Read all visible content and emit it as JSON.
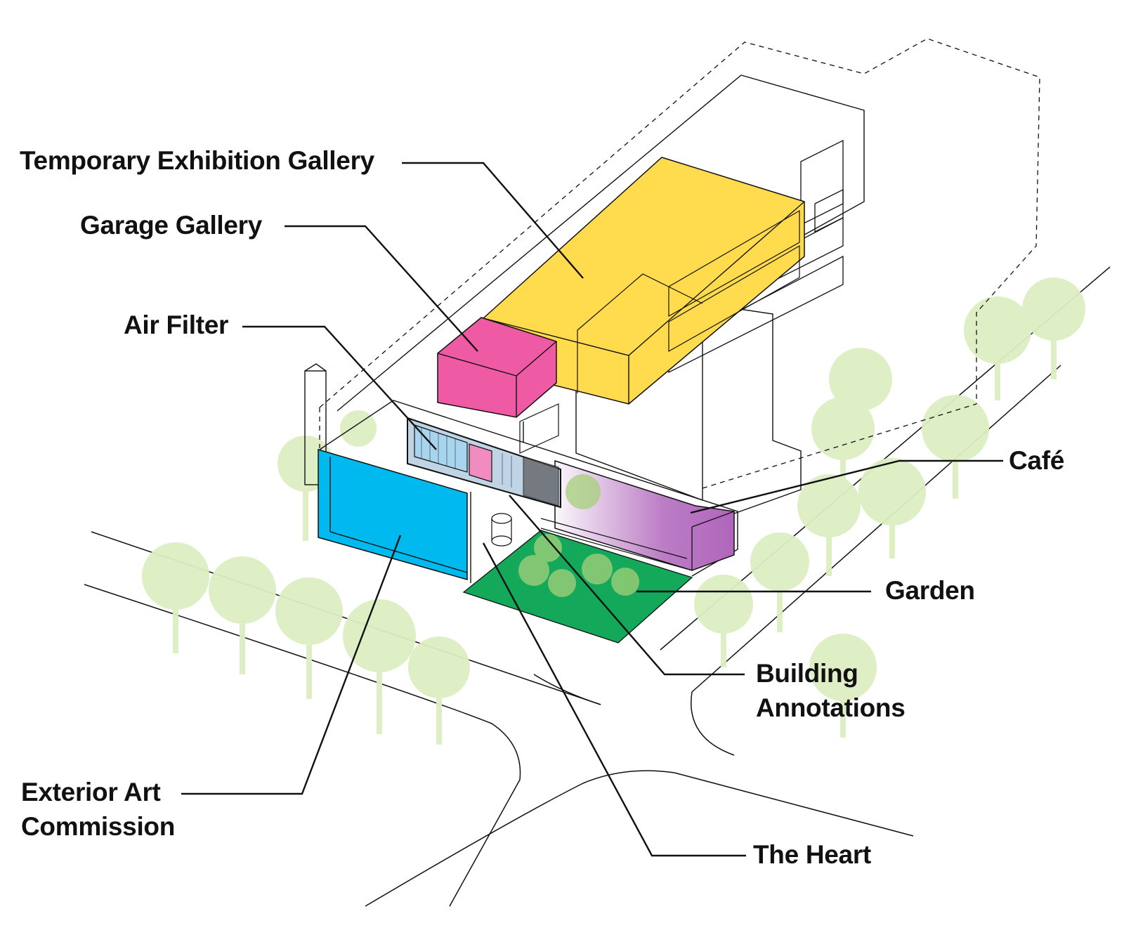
{
  "colors": {
    "temporary_exhibition_gallery": "#FFDB4D",
    "garage_gallery": "#EE5AA4",
    "exterior_art_commission": "#00B9EF",
    "cafe": "#B066BB",
    "garden": "#13A85A",
    "trees": "#DDEEC2",
    "linework": "#111111"
  },
  "labels": {
    "temporary_exhibition_gallery": "Temporary Exhibition Gallery",
    "garage_gallery": "Garage Gallery",
    "air_filter": "Air Filter",
    "cafe": "Café",
    "garden": "Garden",
    "building_annotations_line1": "Building",
    "building_annotations_line2": "Annotations",
    "exterior_art_commission_line1": "Exterior Art",
    "exterior_art_commission_line2": "Commission",
    "the_heart": "The Heart"
  }
}
